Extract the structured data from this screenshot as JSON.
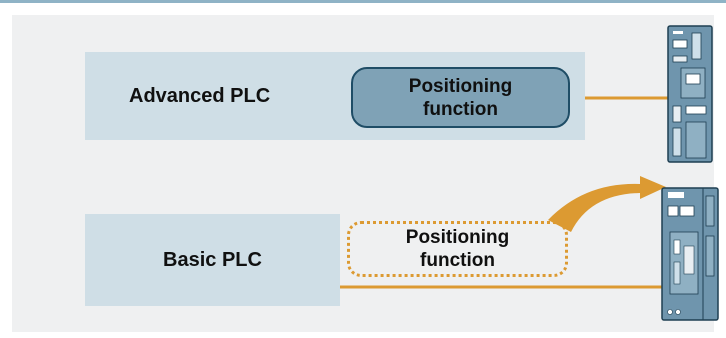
{
  "advanced": {
    "label": "Advanced PLC",
    "function_label_line1": "Positioning",
    "function_label_line2": "function"
  },
  "basic": {
    "label": "Basic PLC",
    "function_label_line1": "Positioning",
    "function_label_line2": "function"
  },
  "colors": {
    "panel_background": "#eff0f1",
    "plc_box": "#cfdee6",
    "function_box_fill": "#7fa2b6",
    "function_box_border": "#1f4d66",
    "connector": "#dc9a32",
    "device_body": "#6f95ad",
    "top_rule": "#8fb3c6"
  },
  "icons": [
    "plc-module-icon",
    "drive-unit-icon",
    "curved-arrow-icon"
  ]
}
